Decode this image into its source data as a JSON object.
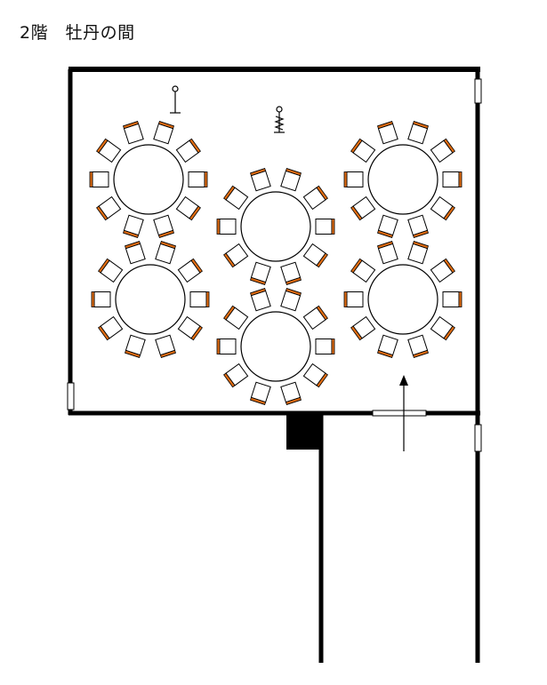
{
  "title": "2階　牡丹の間",
  "colors": {
    "wall": "#000000",
    "chair_back": "#e06c12",
    "chair_fill": "#ffffff",
    "table_fill": "#ffffff",
    "line": "#000000"
  },
  "icons": {
    "microphone_stand": "microphone-stand-icon",
    "podium_person": "speaker-stand-icon",
    "entrance_arrow": "arrow-up-icon"
  },
  "layout": {
    "tables": 6,
    "chairs_per_table": 10
  }
}
